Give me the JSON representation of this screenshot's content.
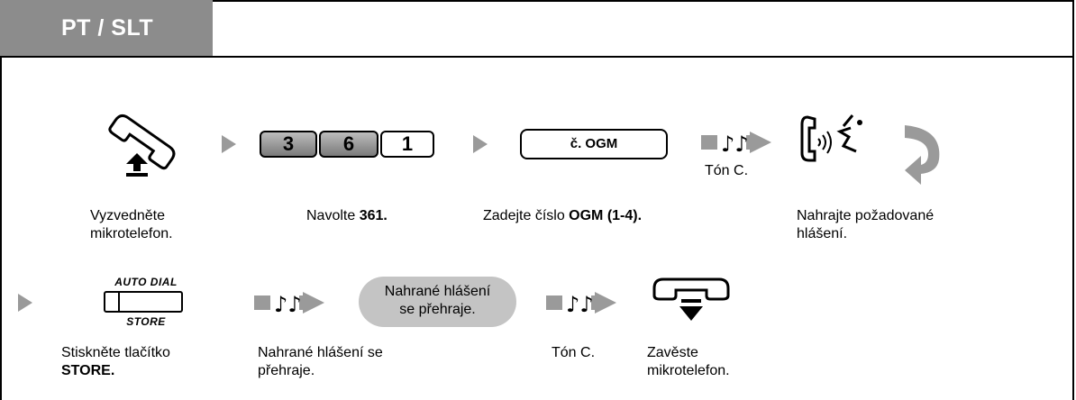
{
  "header": {
    "tab_label": "PT / SLT"
  },
  "row1": {
    "keys": [
      "3",
      "6",
      "1"
    ],
    "ogm_box_label": "č. OGM",
    "tone_label": "Tón C.",
    "captions": {
      "lift_line1": "Vyzvedněte",
      "lift_line2": "mikrotelefon.",
      "dial_prefix": "Navolte ",
      "dial_bold": "361.",
      "ogm_prefix": "Zadejte číslo ",
      "ogm_bold": "OGM (1-4).",
      "record_line1": "Nahrajte požadované",
      "record_line2": "hlášení."
    }
  },
  "row2": {
    "autodial_top": "AUTO DIAL",
    "autodial_bottom": "STORE",
    "bubble_line1": "Nahrané hlášení",
    "bubble_line2": "se přehraje.",
    "captions": {
      "store_line1": "Stiskněte tlačítko",
      "store_line2": "STORE.",
      "playback_line1": "Nahrané hlášení se",
      "playback_line2": "přehraje.",
      "tone": "Tón C.",
      "hangup_line1": "Zavěste",
      "hangup_line2": "mikrotelefon."
    }
  },
  "colors": {
    "tab_bg": "#8c8c8c",
    "key_gray": "#9a9a9a",
    "bubble": "#c4c4c4",
    "arrow": "#9a9a9a"
  },
  "icons": [
    "handset-lift-icon",
    "step-arrow-icon",
    "tone-icon",
    "speaking-handset-icon",
    "return-arrow-icon",
    "handset-hangup-icon"
  ]
}
